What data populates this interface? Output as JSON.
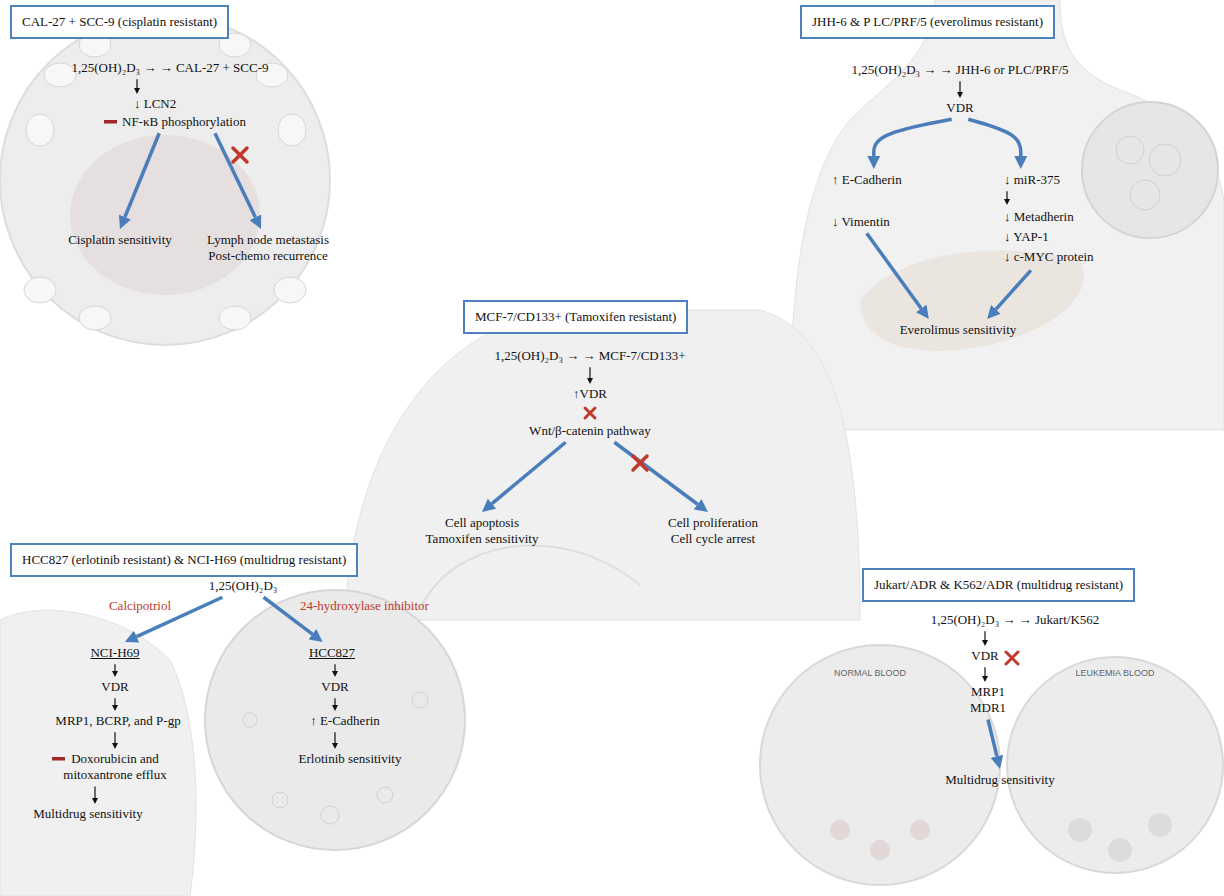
{
  "diagram": {
    "nodes": [
      {
        "text": [
          "CAL-27 + SCC-9 (cisplatin resistant)"
        ]
      },
      {
        "text": [
          "1,25(OH)₂D₃ → → CAL-27 + SCC-9"
        ],
        "in": 0
      },
      {
        "text": [
          "↓ LCN2"
        ],
        "in": 0
      },
      {
        "text": [
          "NF-κB phosphorylation"
        ],
        "in": 0
      },
      {
        "text": [
          "Cisplatin sensitivity"
        ],
        "in": 0
      },
      {
        "text": [
          "Lymph node metastasis Post-chemo recurrence"
        ],
        "in": 0
      },
      {
        "text": [
          "JHH-6 & P LC/PRF/5 (everolimus resistant)"
        ]
      },
      {
        "text": [
          "1,25(OH)₂D₃ → → JHH-6 or PLC/PRF/5"
        ],
        "in": 6
      },
      {
        "text": [
          "VDR"
        ],
        "in": 6
      },
      {
        "text": [
          "↑ E-Cadherin"
        ],
        "in": 6
      },
      {
        "text": [
          "↓ Vimentin"
        ],
        "in": 6
      },
      {
        "text": [
          "↓ miR-375"
        ],
        "in": 6
      },
      {
        "text": [
          "↓ Metadherin",
          "↓ YAP-1",
          "↓ c-MYC protein"
        ],
        "in": 6
      },
      {
        "text": [
          "Everolimus sensitivity"
        ],
        "in": 6
      },
      {
        "text": [
          "MCF-7/CD133+ (Tamoxifen resistant)"
        ]
      },
      {
        "text": [
          "1,25(OH)₂D₃ → → MCF-7/CD133+"
        ],
        "in": 14
      },
      {
        "text": [
          "↑VDR"
        ],
        "in": 14
      },
      {
        "text": [
          "Wnt/β-catenin pathway"
        ],
        "in": 14
      },
      {
        "text": [
          "Cell apoptosis Tamoxifen sensitivity"
        ],
        "in": 14
      },
      {
        "text": [
          "Cell proliferation Cell cycle arrest"
        ],
        "in": 14
      },
      {
        "text": [
          "HCC827 (erlotinib resistant) & NCI-H69 (multidrug resistant)"
        ]
      },
      {
        "text": [
          "1,25(OH)₂D₃"
        ],
        "in": 20
      },
      {
        "text": [
          "NCI-H69"
        ],
        "in": 20
      },
      {
        "text": [
          "VDR"
        ],
        "in": 20
      },
      {
        "text": [
          "MRP1, BCRP, and P-gp"
        ],
        "in": 20
      },
      {
        "text": [
          "Doxorubicin and mitoxantrone efflux"
        ],
        "in": 20
      },
      {
        "text": [
          "Multidrug sensitivity"
        ],
        "in": 20
      },
      {
        "text": [
          "HCC827"
        ],
        "in": 20
      },
      {
        "text": [
          "VDR"
        ],
        "in": 20
      },
      {
        "text": [
          "↑ E-Cadherin"
        ],
        "in": 20
      },
      {
        "text": [
          "Erlotinib sensitivity"
        ],
        "in": 20
      },
      {
        "text": [
          "Jukart/ADR & K562/ADR (multidrug resistant)"
        ]
      },
      {
        "text": [
          "1,25(OH)₂D₃ → → Jukart/K562"
        ],
        "in": 31
      },
      {
        "text": [
          "VDR"
        ],
        "in": 31
      },
      {
        "text": [
          "MRP1 MDR1"
        ],
        "in": 31
      },
      {
        "text": [
          "Multidrug sensitivity"
        ],
        "in": 31
      }
    ],
    "edges": [
      {
        "from": 1,
        "to": 2,
        "arrow": "to"
      },
      {
        "from": 3,
        "to": 4,
        "arrow": "to"
      },
      {
        "from": 3,
        "to": 5,
        "arrow": "to"
      },
      {
        "from": 7,
        "to": 8,
        "arrow": "to"
      },
      {
        "from": 8,
        "to": 9,
        "arrow": "to"
      },
      {
        "from": 8,
        "to": 11,
        "arrow": "to"
      },
      {
        "from": 11,
        "to": 12,
        "arrow": "to"
      },
      {
        "from": 10,
        "to": 13,
        "arrow": "to"
      },
      {
        "from": 12,
        "to": 13,
        "arrow": "to"
      },
      {
        "from": 15,
        "to": 16,
        "arrow": "to"
      },
      {
        "from": 17,
        "to": 18,
        "arrow": "to"
      },
      {
        "from": 17,
        "to": 19,
        "arrow": "to"
      },
      {
        "from": 21,
        "to": 22,
        "label": "Calcipotriol",
        "arrow": "to"
      },
      {
        "from": 21,
        "to": 27,
        "label": "24-hydroxylase inhibitor",
        "arrow": "to"
      },
      {
        "from": 22,
        "to": 23,
        "arrow": "to"
      },
      {
        "from": 23,
        "to": 24,
        "arrow": "to"
      },
      {
        "from": 24,
        "to": 25,
        "arrow": "to"
      },
      {
        "from": 25,
        "to": 26,
        "arrow": "to"
      },
      {
        "from": 27,
        "to": 28,
        "arrow": "to"
      },
      {
        "from": 28,
        "to": 29,
        "arrow": "to"
      },
      {
        "from": 29,
        "to": 30,
        "arrow": "to"
      },
      {
        "from": 32,
        "to": 33,
        "arrow": "to"
      },
      {
        "from": 33,
        "to": 34,
        "arrow": "to"
      },
      {
        "from": 34,
        "to": 35,
        "arrow": "to"
      }
    ],
    "labels": [
      "NORMAL BLOOD",
      "LEUKEMIA BLOOD"
    ]
  }
}
